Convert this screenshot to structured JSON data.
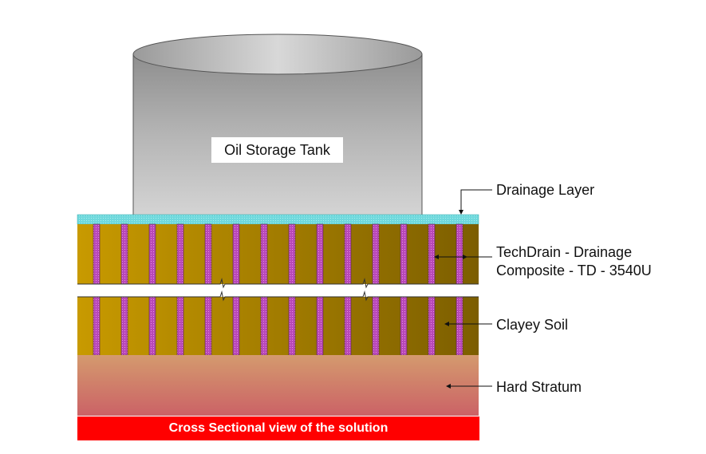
{
  "diagram": {
    "title": "Cross Sectional view of the solution",
    "tank_label": "Oil Storage Tank",
    "callouts": [
      {
        "id": "drainage-layer",
        "lines": [
          "Drainage Layer"
        ]
      },
      {
        "id": "techdrain",
        "lines": [
          "TechDrain - Drainage",
          "Composite - TD - 3540U"
        ]
      },
      {
        "id": "clayey-soil",
        "lines": [
          "Clayey Soil"
        ]
      },
      {
        "id": "hard-stratum",
        "lines": [
          "Hard Stratum"
        ]
      }
    ],
    "layers": [
      {
        "name": "Drainage Layer",
        "color": "#7fe0e0"
      },
      {
        "name": "Clayey Soil",
        "color_start": "#c89a00",
        "color_end": "#806000"
      },
      {
        "name": "Hard Stratum",
        "color_start": "#d29b6e",
        "color_end": "#cc6466"
      }
    ],
    "drain_count": 14,
    "drain_color": "#c050c0",
    "banner_color": "#ff0000"
  }
}
